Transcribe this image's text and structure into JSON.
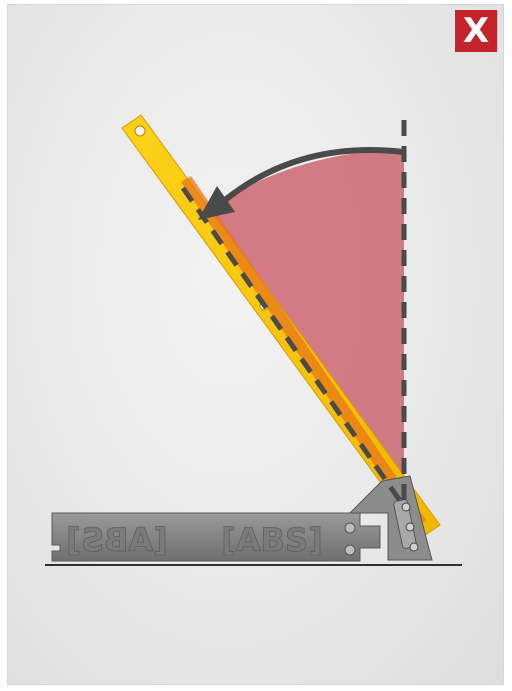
{
  "close_button": {
    "label": "X",
    "icon": "close-icon",
    "color": "#c4232b"
  },
  "illustration": {
    "base_left_text": "[ABS]",
    "base_right_text": "[ABS]",
    "colors": {
      "arm": "#f5c400",
      "arm_edge": "#d99a00",
      "arm_stripe": "#e8761a",
      "sector": "#cc6671",
      "guide": "#4a4a4a",
      "base": "#8a8a8a"
    }
  }
}
